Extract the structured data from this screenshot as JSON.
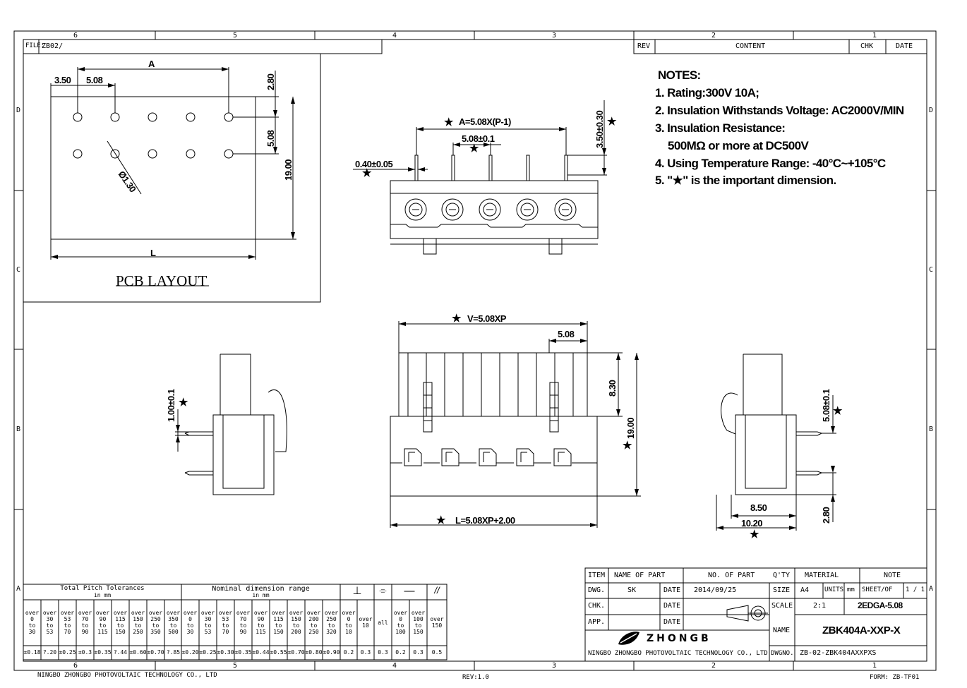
{
  "frame": {
    "columns": [
      "6",
      "5",
      "4",
      "3",
      "2",
      "1"
    ],
    "rows": [
      "D",
      "C",
      "B",
      "A"
    ],
    "file_label": "FILE:",
    "file_value": "ZB02/"
  },
  "rev_block": {
    "rev": "REV",
    "content": "CONTENT",
    "chk": "CHK",
    "date": "DATE"
  },
  "notes": {
    "heading": "NOTES:",
    "items": [
      "1. Rating:300V 10A;",
      "2. Insulation Withstands Voltage:  AC2000V/MIN",
      "3. Insulation Resistance:",
      "500MΩ or more at DC500V",
      "4. Using Temperature Range:  -40°C~+105°C",
      "5. \"★\" is the important dimension."
    ]
  },
  "pcb_layout": {
    "title": "PCB  LAYOUT",
    "dim_a": "A",
    "dim_350": "3.50",
    "dim_508": "5.08",
    "dim_280": "2.80",
    "dim_508v": "5.08",
    "dim_1900": "19.00",
    "dim_l": "L",
    "dim_hole": "Ø1.30"
  },
  "top_view": {
    "dim_a": "A=5.08X(P-1)",
    "dim_pitch": "5.08±0.1",
    "dim_pin": "0.40±0.05",
    "dim_350": "3.50±0.30"
  },
  "front_view": {
    "dim_v": "V=5.08XP",
    "dim_508": "5.08",
    "dim_830": "8.30",
    "dim_1900": "19.00",
    "dim_l": "L=5.08XP+2.00"
  },
  "left_view": {
    "dim_100": "1.00±0.1"
  },
  "right_view": {
    "dim_508": "5.08±0.1",
    "dim_850": "8.50",
    "dim_1020": "10.20",
    "dim_280": "2.80"
  },
  "star": "★",
  "tolerance_table": {
    "title1": "Total Pitch Tolerances",
    "title2": "Nominal dimension range",
    "unit": "in mm",
    "symbols": [
      "⊥",
      "⌯",
      "—",
      "//"
    ],
    "pitch_cols": [
      [
        "over",
        "0",
        "to",
        "30"
      ],
      [
        "over",
        "30",
        "to",
        "53"
      ],
      [
        "over",
        "53",
        "to",
        "70"
      ],
      [
        "over",
        "70",
        "to",
        "90"
      ],
      [
        "over",
        "90",
        "to",
        "115"
      ],
      [
        "over",
        "115",
        "to",
        "150"
      ],
      [
        "over",
        "150",
        "to",
        "250"
      ],
      [
        "over",
        "250",
        "to",
        "350"
      ],
      [
        "over",
        "350",
        "to",
        "500"
      ]
    ],
    "nominal_cols": [
      [
        "over",
        "0",
        "to",
        "30"
      ],
      [
        "over",
        "30",
        "to",
        "53"
      ],
      [
        "over",
        "53",
        "to",
        "70"
      ],
      [
        "over",
        "70",
        "to",
        "90"
      ],
      [
        "over",
        "90",
        "to",
        "115"
      ],
      [
        "over",
        "115",
        "to",
        "150"
      ],
      [
        "over",
        "150",
        "to",
        "200"
      ],
      [
        "over",
        "200",
        "to",
        "250"
      ],
      [
        "over",
        "250",
        "to",
        "320"
      ]
    ],
    "perp_cols": [
      [
        "over",
        "0",
        "to",
        "10"
      ],
      [
        "over",
        "10"
      ]
    ],
    "sym_col": [
      "all"
    ],
    "flat_cols": [
      [
        "over",
        "0",
        "to",
        "100"
      ],
      [
        "over",
        "100",
        "to",
        "150"
      ]
    ],
    "par_col": [
      "over",
      "150"
    ],
    "values": [
      "±0.18",
      "?.20",
      "±0.25",
      "±0.3",
      "±0.35",
      "?.44",
      "±0.60",
      "±0.70",
      "?.85",
      "±0.20",
      "±0.25",
      "±0.30",
      "±0.35",
      "±0.44",
      "±0.55",
      "±0.70",
      "±0.80",
      "±0.90",
      "0.2",
      "0.3",
      "0.3",
      "0.2",
      "0.3",
      "0.5"
    ]
  },
  "title_block": {
    "item": "ITEM",
    "name_of_part": "NAME  OF  PART",
    "no_of_part": "NO. OF  PART",
    "qty": "Q'TY",
    "material": "MATERIAL",
    "note": "NOTE",
    "dwg": "DWG.",
    "dwg_name": "SK",
    "date_label": "DATE",
    "date_value": "2014/09/25",
    "size_label": "SIZE",
    "size_value": "A4",
    "units_label": "UNITS",
    "units_value": "mm",
    "sheet_label": "SHEET/OF",
    "sheet_value": "1 / 1",
    "chk": "CHK.",
    "app": "APP.",
    "scale_label": "SCALE",
    "scale_value": "2:1",
    "series": "2EDGA-5.08",
    "name_label": "NAME",
    "part_name": "ZBK404A-XXP-X",
    "brand": "ZHONGB",
    "company": "NINGBO  ZHONGBO  PHOTOVOLTAIC  TECHNOLOGY  CO., LTD",
    "dwgno_label": "DWGNO.",
    "dwgno_value": "ZB-02-ZBK404AXXPXS"
  },
  "footer": {
    "company": "NINGBO  ZHONGBO  PHOTOVOLTAIC  TECHNOLOGY  CO., LTD",
    "rev": "REV:1.0",
    "form": "FORM: ZB-TF01"
  }
}
